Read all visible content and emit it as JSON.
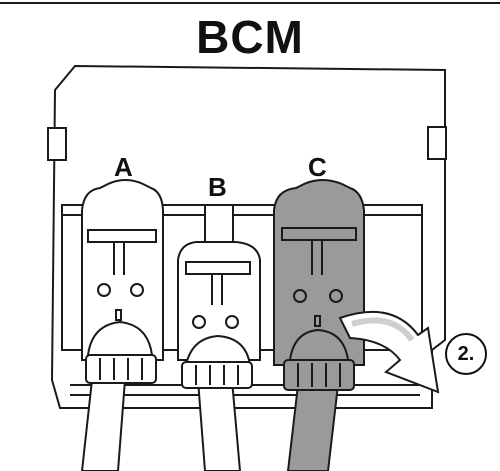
{
  "title": "BCM",
  "connectors": [
    {
      "label": "A"
    },
    {
      "label": "B"
    },
    {
      "label": "C"
    }
  ],
  "step_marker": "2.",
  "colors": {
    "line": "#1a1a1a",
    "highlight_fill": "#9a9a9a",
    "background": "#ffffff"
  }
}
